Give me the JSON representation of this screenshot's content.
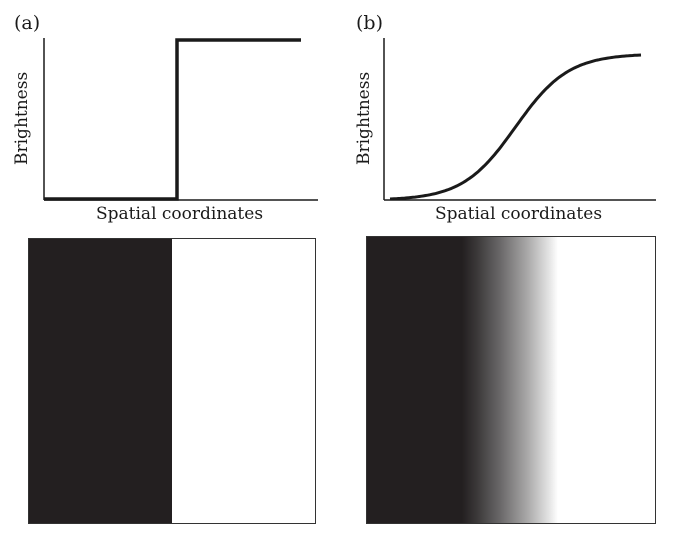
{
  "panels": [
    {
      "id": "a",
      "label": "(a)",
      "xlabel": "Spatial coordinates",
      "ylabel": "Brightness",
      "profile": "step",
      "curve_color": "#1a1a1a",
      "image_dark_color": "#231f20",
      "image_light_color": "#ffffff"
    },
    {
      "id": "b",
      "label": "(b)",
      "xlabel": "Spatial coordinates",
      "ylabel": "Brightness",
      "profile": "sigmoid",
      "curve_color": "#1a1a1a",
      "image_dark_color": "#231f20",
      "image_light_color": "#ffffff"
    }
  ]
}
